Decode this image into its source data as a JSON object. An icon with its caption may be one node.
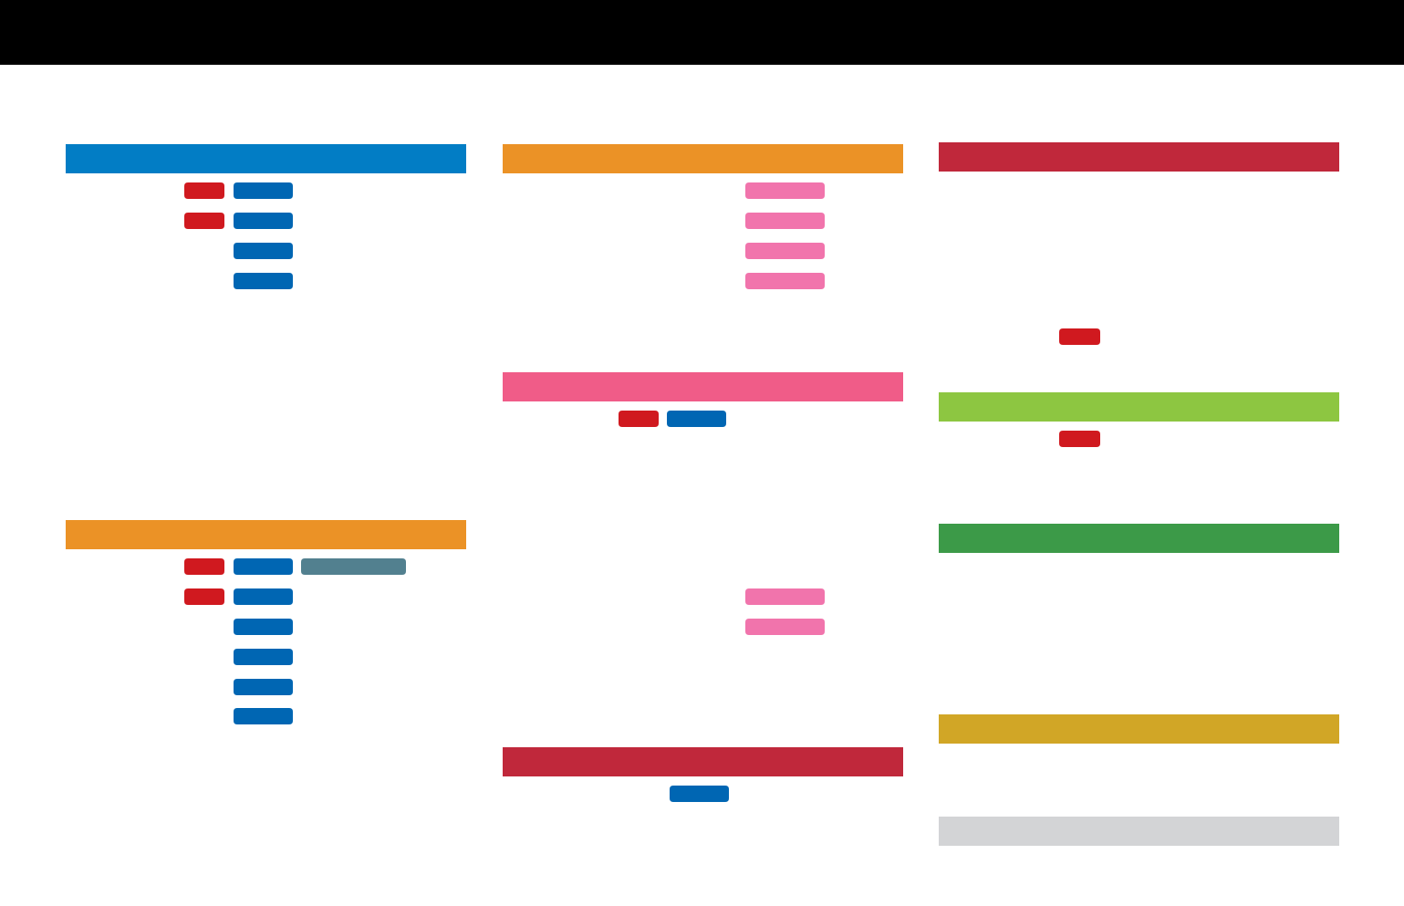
{
  "diagram": {
    "nodes": [
      {
        "text": [],
        "shape": "bar"
      },
      {
        "text": [],
        "shape": "bar"
      },
      {
        "text": [],
        "shape": "box"
      },
      {
        "text": [],
        "shape": "box"
      },
      {
        "text": [],
        "shape": "box"
      },
      {
        "text": [],
        "shape": "box"
      },
      {
        "text": [],
        "shape": "box"
      },
      {
        "text": [],
        "shape": "box"
      },
      {
        "text": [],
        "shape": "bar"
      },
      {
        "text": [],
        "shape": "box"
      },
      {
        "text": [],
        "shape": "box"
      },
      {
        "text": [],
        "shape": "box"
      },
      {
        "text": [],
        "shape": "box"
      },
      {
        "text": [],
        "shape": "box"
      },
      {
        "text": [],
        "shape": "box"
      },
      {
        "text": [],
        "shape": "box"
      },
      {
        "text": [],
        "shape": "box"
      },
      {
        "text": [],
        "shape": "box"
      },
      {
        "text": [],
        "shape": "bar"
      },
      {
        "text": [],
        "shape": "box"
      },
      {
        "text": [],
        "shape": "box"
      },
      {
        "text": [],
        "shape": "box"
      },
      {
        "text": [],
        "shape": "box"
      },
      {
        "text": [],
        "shape": "bar"
      },
      {
        "text": [],
        "shape": "box"
      },
      {
        "text": [],
        "shape": "box"
      },
      {
        "text": [],
        "shape": "box"
      },
      {
        "text": [],
        "shape": "box"
      },
      {
        "text": [],
        "shape": "bar"
      },
      {
        "text": [],
        "shape": "box"
      },
      {
        "text": [],
        "shape": "bar"
      },
      {
        "text": [],
        "shape": "box"
      },
      {
        "text": [],
        "shape": "bar"
      },
      {
        "text": [],
        "shape": "box"
      },
      {
        "text": [],
        "shape": "bar"
      },
      {
        "text": [],
        "shape": "bar"
      },
      {
        "text": [],
        "shape": "bar"
      }
    ]
  }
}
